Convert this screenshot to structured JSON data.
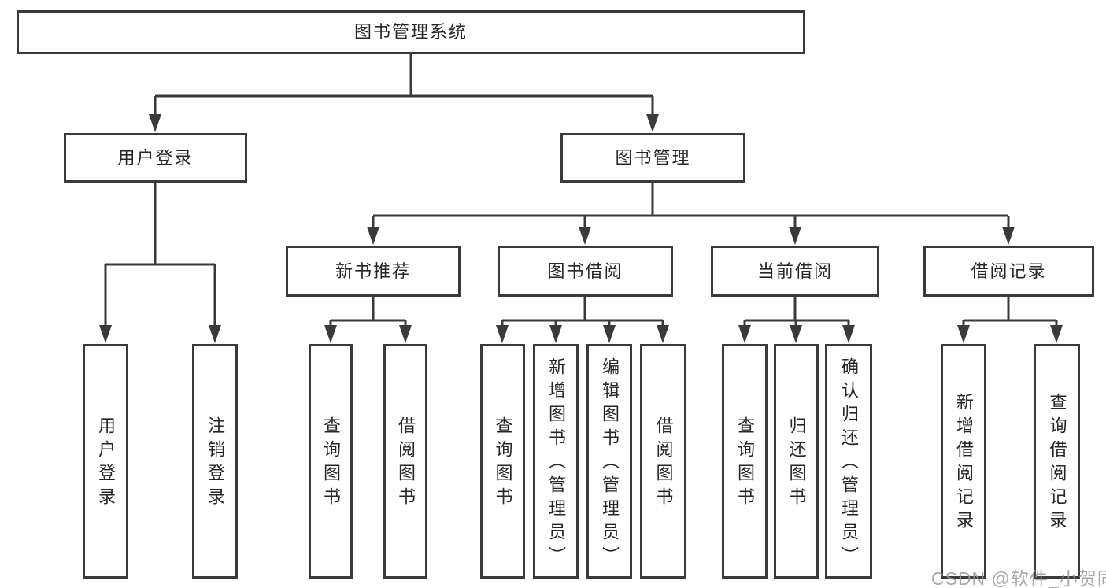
{
  "diagram_title": "图书管理系统",
  "nodes": {
    "root": "图书管理系统",
    "user_login": "用户登录",
    "book_mgmt": "图书管理",
    "new_book_rec": "新书推荐",
    "book_borrow": "图书借阅",
    "current_borrow": "当前借阅",
    "borrow_record": "借阅记录",
    "leaf_user_login": "用户登录",
    "leaf_logout": "注销登录",
    "nbr_query_book": "查询图书",
    "nbr_borrow_book": "借阅图书",
    "bb_query_book": "查询图书",
    "bb_add_book": "新增图书（管理员）",
    "bb_edit_book": "编辑图书（管理员）",
    "bb_borrow_book": "借阅图书",
    "cb_query_book": "查询图书",
    "cb_return_book": "归还图书",
    "cb_confirm_return": "确认归还（管理员）",
    "br_add_record": "新增借阅记录",
    "br_query_record": "查询借阅记录"
  },
  "tree": {
    "图书管理系统": {
      "用户登录": [
        "用户登录",
        "注销登录"
      ],
      "图书管理": {
        "新书推荐": [
          "查询图书",
          "借阅图书"
        ],
        "图书借阅": [
          "查询图书",
          "新增图书（管理员）",
          "编辑图书（管理员）",
          "借阅图书"
        ],
        "当前借阅": [
          "查询图书",
          "归还图书",
          "确认归还（管理员）"
        ],
        "借阅记录": [
          "新增借阅记录",
          "查询借阅记录"
        ]
      }
    }
  },
  "watermark": "CSDN @软件_小贺同学",
  "colors": {
    "line": "#3a3a3a",
    "text": "#262626",
    "box_background": "#ffffff",
    "watermark": "#969696"
  }
}
